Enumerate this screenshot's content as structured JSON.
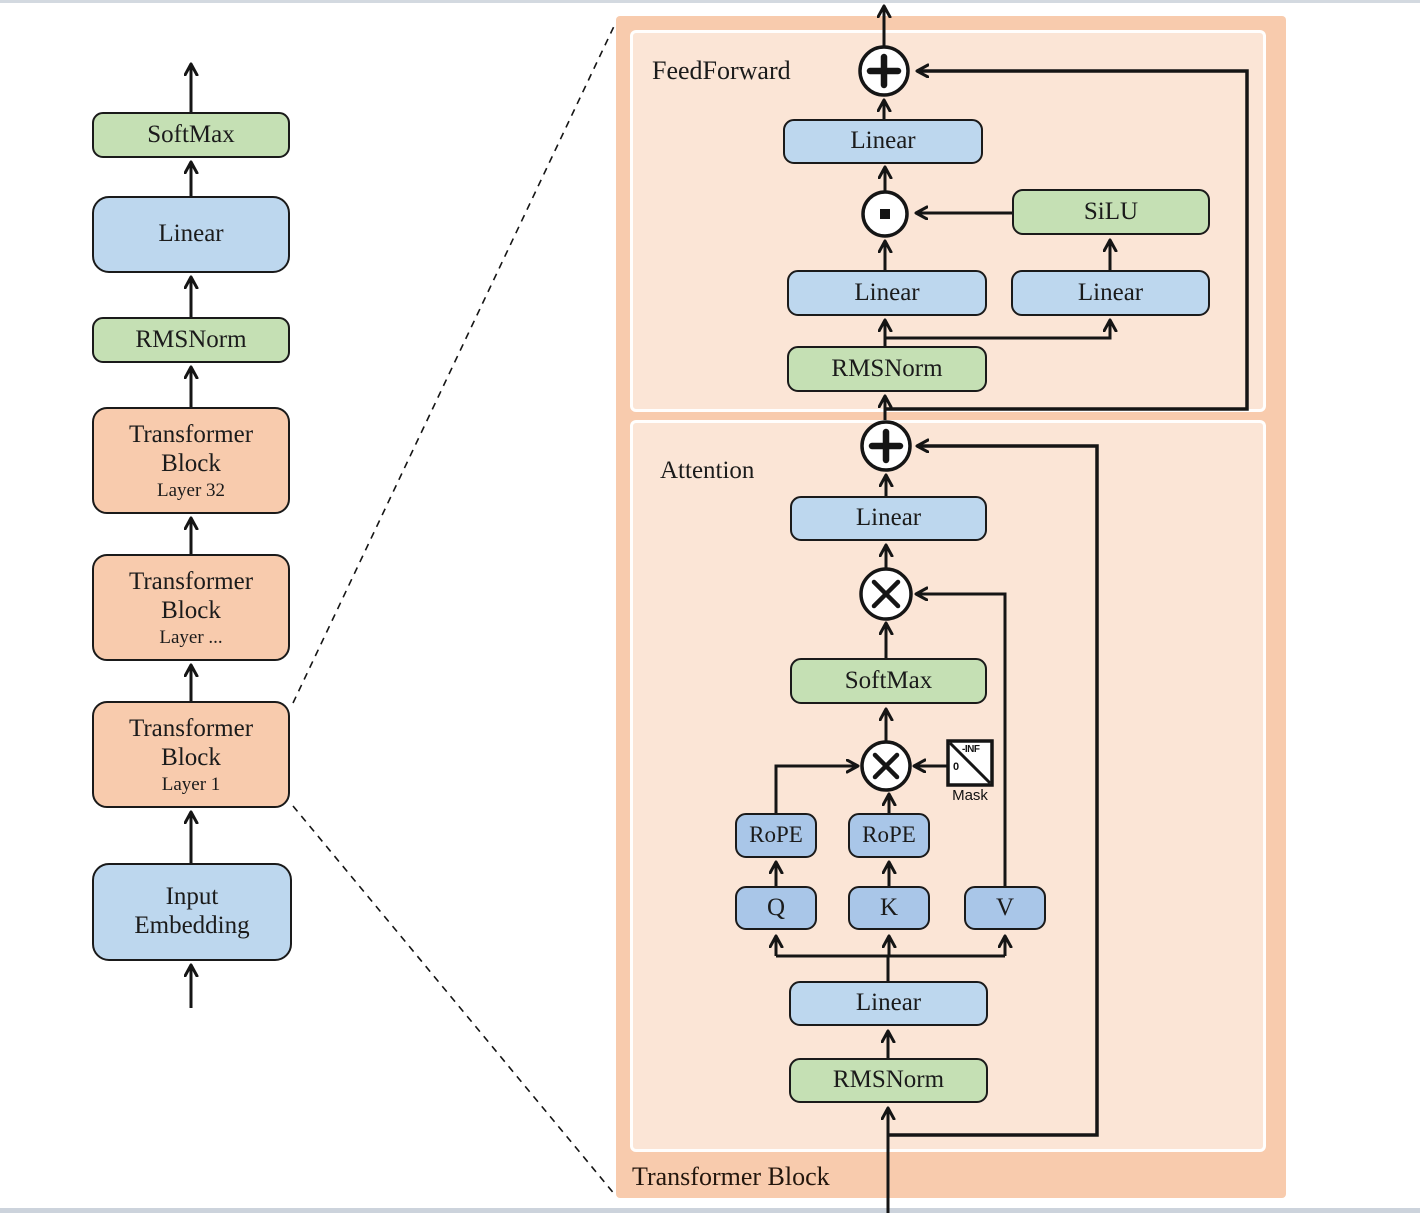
{
  "left": {
    "softmax": "SoftMax",
    "linear": "Linear",
    "rmsnorm": "RMSNorm",
    "tb_top": {
      "l1": "Transformer",
      "l2": "Block",
      "l3": "Layer 32"
    },
    "tb_mid": {
      "l1": "Transformer",
      "l2": "Block",
      "l3": "Layer ..."
    },
    "tb_bottom": {
      "l1": "Transformer",
      "l2": "Block",
      "l3": "Layer 1"
    },
    "input_embedding": {
      "l1": "Input",
      "l2": "Embedding"
    }
  },
  "detail": {
    "outer_label": "Transformer Block",
    "feedforward": {
      "section_label": "FeedForward",
      "linear_top": "Linear",
      "silu": "SiLU",
      "linear_left": "Linear",
      "linear_right": "Linear",
      "rmsnorm": "RMSNorm"
    },
    "attention": {
      "section_label": "Attention",
      "linear_top": "Linear",
      "softmax": "SoftMax",
      "rope_q": "RoPE",
      "rope_k": "RoPE",
      "q": "Q",
      "k": "K",
      "v": "V",
      "mask": {
        "neg_inf": "-INF",
        "zero": "0",
        "label": "Mask"
      },
      "linear_bottom": "Linear",
      "rmsnorm": "RMSNorm"
    }
  },
  "colors": {
    "block_blue": "#BDD7EE",
    "block_blue_medium": "#A9C6E8",
    "block_green": "#C5E0B4",
    "block_orange": "#F8CBAD",
    "panel_peach": "#FBE5D6",
    "line_black": "#151515"
  }
}
